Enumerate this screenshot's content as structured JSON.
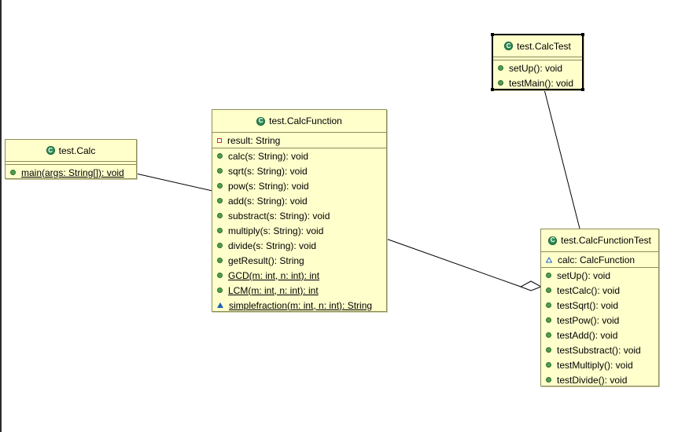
{
  "classes": {
    "calc": {
      "name": "test.Calc",
      "attributes": [],
      "operations": [
        {
          "visibility": "public",
          "static": true,
          "text": "main(args: String[]): void"
        }
      ]
    },
    "calc_function": {
      "name": "test.CalcFunction",
      "attributes": [
        {
          "visibility": "private",
          "static": false,
          "text": "result: String"
        }
      ],
      "operations": [
        {
          "visibility": "public",
          "static": false,
          "text": "calc(s: String): void"
        },
        {
          "visibility": "public",
          "static": false,
          "text": "sqrt(s: String): void"
        },
        {
          "visibility": "public",
          "static": false,
          "text": "pow(s: String): void"
        },
        {
          "visibility": "public",
          "static": false,
          "text": "add(s: String): void"
        },
        {
          "visibility": "public",
          "static": false,
          "text": "substract(s: String): void"
        },
        {
          "visibility": "public",
          "static": false,
          "text": "multiply(s: String): void"
        },
        {
          "visibility": "public",
          "static": false,
          "text": "divide(s: String): void"
        },
        {
          "visibility": "public",
          "static": false,
          "text": "getResult(): String"
        },
        {
          "visibility": "public",
          "static": true,
          "text": "GCD(m: int, n: int): int"
        },
        {
          "visibility": "public",
          "static": true,
          "text": "LCM(m: int, n: int): int"
        },
        {
          "visibility": "package",
          "static": true,
          "text": "simplefraction(m: int, n: int): String"
        }
      ]
    },
    "calc_test": {
      "name": "test.CalcTest",
      "attributes": [],
      "operations": [
        {
          "visibility": "public",
          "static": false,
          "text": "setUp(): void"
        },
        {
          "visibility": "public",
          "static": false,
          "text": "testMain(): void"
        }
      ]
    },
    "calc_function_test": {
      "name": "test.CalcFunctionTest",
      "attributes": [
        {
          "visibility": "package-field",
          "static": false,
          "text": "calc: CalcFunction"
        }
      ],
      "operations": [
        {
          "visibility": "public",
          "static": false,
          "text": "setUp(): void"
        },
        {
          "visibility": "public",
          "static": false,
          "text": "testCalc(): void"
        },
        {
          "visibility": "public",
          "static": false,
          "text": "testSqrt(): void"
        },
        {
          "visibility": "public",
          "static": false,
          "text": "testPow(): void"
        },
        {
          "visibility": "public",
          "static": false,
          "text": "testAdd(): void"
        },
        {
          "visibility": "public",
          "static": false,
          "text": "testSubstract(): void"
        },
        {
          "visibility": "public",
          "static": false,
          "text": "testMultiply(): void"
        },
        {
          "visibility": "public",
          "static": false,
          "text": "testDivide(): void"
        }
      ]
    }
  },
  "relationships": [
    {
      "from": "calc",
      "to": "calc_function",
      "kind": "association"
    },
    {
      "from": "calc_test",
      "to": "calc_function_test",
      "kind": "association"
    },
    {
      "from": "calc_function",
      "to": "calc_function_test",
      "kind": "aggregation"
    }
  ],
  "colors": {
    "class_fill": "#ffffcc",
    "class_border": "#8c8c5a",
    "class_icon": "#2f8a54",
    "public_icon": "#4f9d4f",
    "private_icon": "#c0392b",
    "package_icon": "#1f5fbf"
  }
}
